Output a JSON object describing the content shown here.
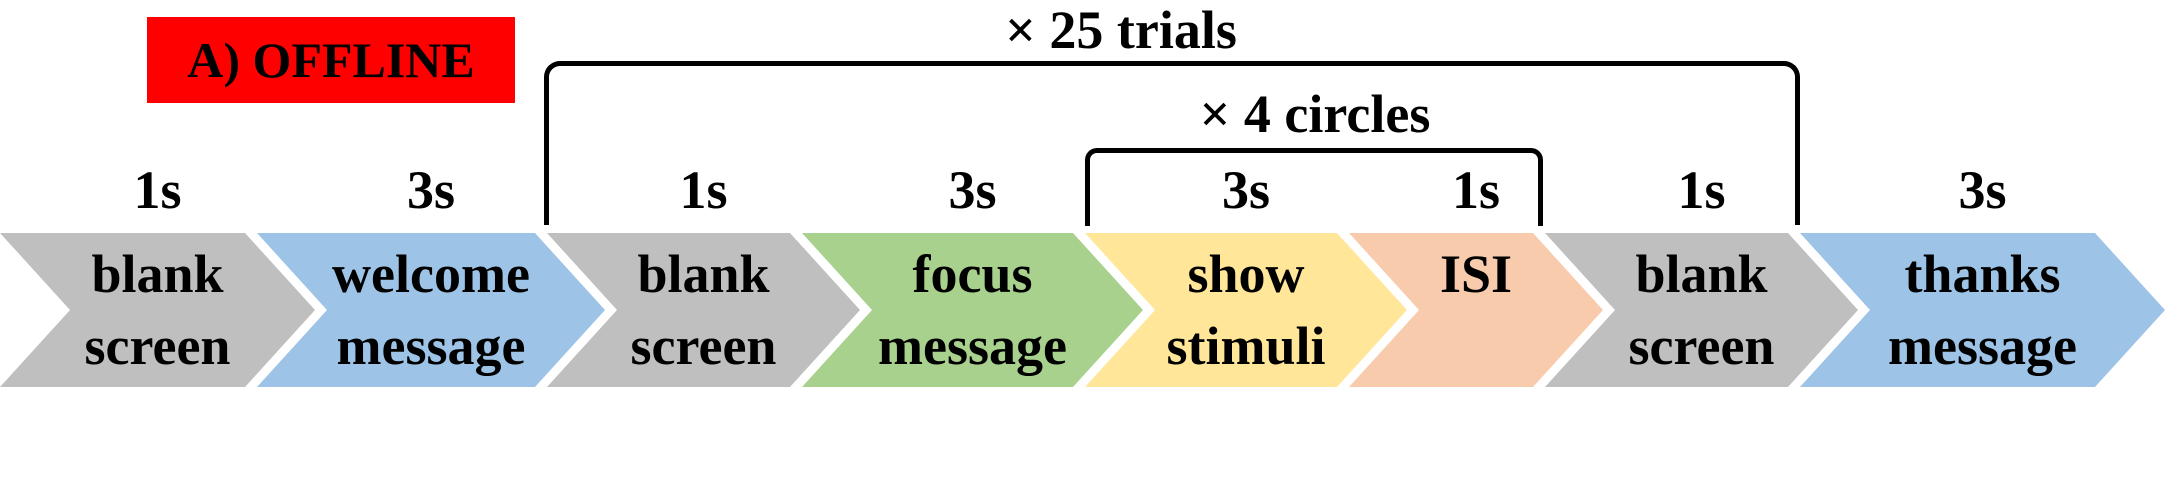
{
  "figure": {
    "panel_label": "A) OFFLINE",
    "panel_label_bg": "#FF0000",
    "panel_label_text_color": "#000000",
    "loops": [
      {
        "label": "× 25 trials",
        "covers_steps": "blank screen → blank screen"
      },
      {
        "label": "× 4 circles",
        "covers_steps": "show stimuli → ISI"
      }
    ],
    "steps": [
      {
        "duration": "1s",
        "lines": [
          "blank",
          "screen"
        ],
        "color": "#BFBFBF"
      },
      {
        "duration": "3s",
        "lines": [
          "welcome",
          "message"
        ],
        "color": "#9DC3E6"
      },
      {
        "duration": "1s",
        "lines": [
          "blank",
          "screen"
        ],
        "color": "#BFBFBF"
      },
      {
        "duration": "3s",
        "lines": [
          "focus",
          "message"
        ],
        "color": "#A9D18E"
      },
      {
        "duration": "3s",
        "lines": [
          "show",
          "stimuli"
        ],
        "color": "#FFE699"
      },
      {
        "duration": "1s",
        "lines": [
          "ISI"
        ],
        "color": "#F8CBAD"
      },
      {
        "duration": "1s",
        "lines": [
          "blank",
          "screen"
        ],
        "color": "#BFBFBF"
      },
      {
        "duration": "3s",
        "lines": [
          "thanks",
          "message"
        ],
        "color": "#9DC3E6"
      }
    ]
  }
}
